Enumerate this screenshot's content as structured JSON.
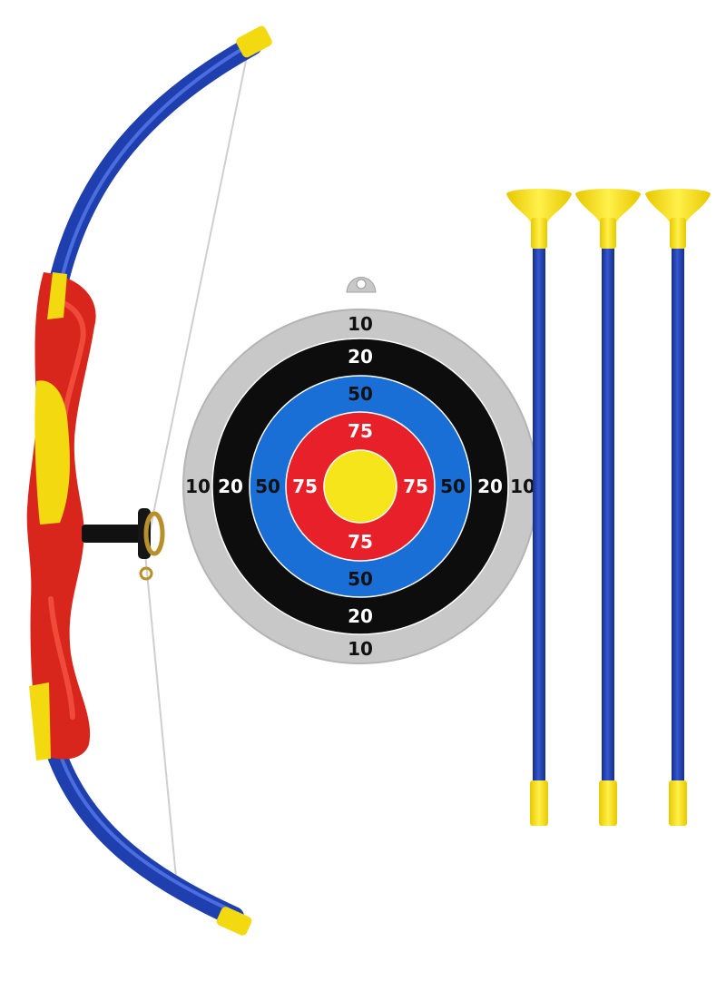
{
  "target": {
    "rings": [
      {
        "ring": "gray",
        "score": "10",
        "color": "#c8c8c8",
        "label_color": "dark"
      },
      {
        "ring": "black",
        "score": "20",
        "color": "#0d0d0d",
        "label_color": "light"
      },
      {
        "ring": "blue",
        "score": "50",
        "color": "#1a6fd6",
        "label_color": "dark"
      },
      {
        "ring": "red",
        "score": "75",
        "color": "#e8202a",
        "label_color": "light"
      },
      {
        "ring": "bullseye",
        "score": "",
        "color": "#f6e51a",
        "label_color": "dark"
      }
    ]
  },
  "colors": {
    "bow_limb": "#1f3fae",
    "bow_riser": "#d9261c",
    "accent_yellow": "#f3d90f",
    "arrow_shaft": "#1f3fae",
    "string": "#d8d8d8"
  },
  "arrows": {
    "count": 3
  }
}
